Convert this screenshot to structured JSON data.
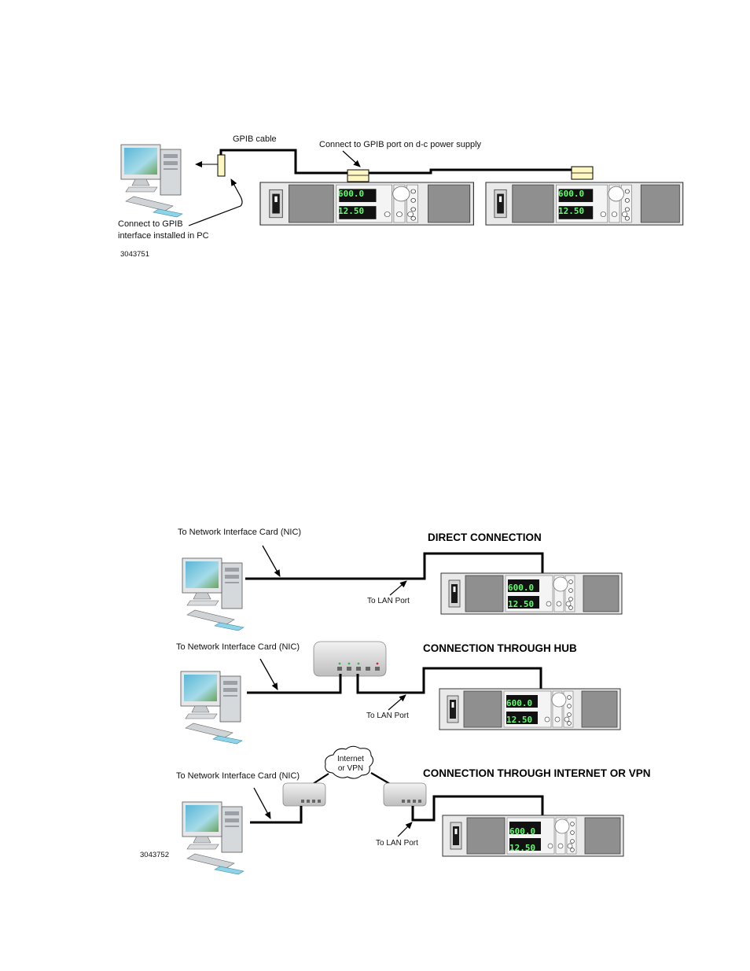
{
  "figure_gpib": {
    "figure_id": "3043751",
    "gpib_cable_label": "GPIB cable",
    "connect_psu_label": "Connect to GPIB port on d-c power supply",
    "connect_pc_label_line1": "Connect to GPIB",
    "connect_pc_label_line2": "interface installed in PC"
  },
  "figure_lan": {
    "figure_id": "3043752",
    "nic_label": "To Network Interface Card (NIC)",
    "lan_port_label": "To LAN Port",
    "direct_title": "DIRECT CONNECTION",
    "hub_title": "CONNECTION THROUGH HUB",
    "internet_title": "CONNECTION THROUGH INTERNET OR VPN",
    "cloud_line1": "Internet",
    "cloud_line2": "or VPN"
  },
  "psu_display": {
    "voltage": "600.0",
    "current": "12.50"
  }
}
